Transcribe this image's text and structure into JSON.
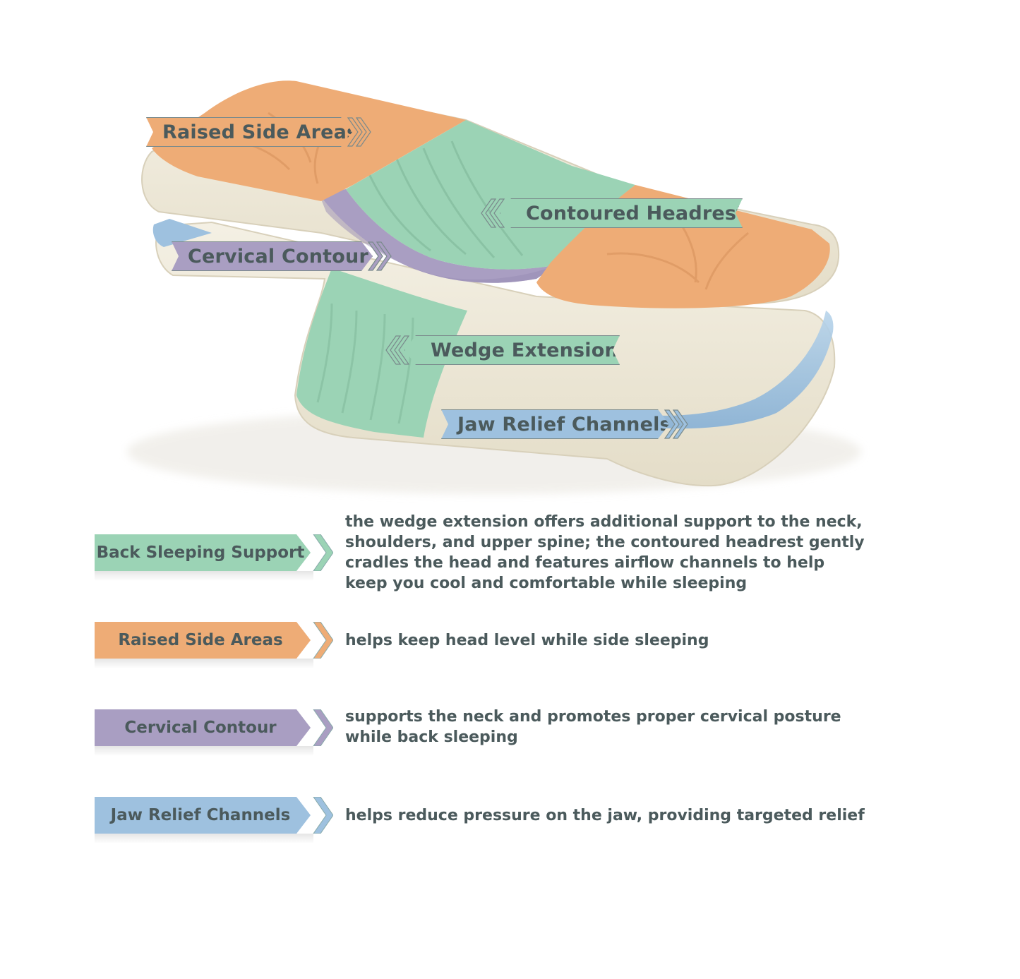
{
  "colors": {
    "foam": "#efeadb",
    "foam_edge": "#d9d2bd",
    "orange": "#eeac76",
    "green": "#9bd3b5",
    "purple": "#a99ec2",
    "blue": "#9ec1df",
    "text": "#4b5a5c"
  },
  "callouts": {
    "raised_side_areas": "Raised Side Areas",
    "contoured_headrest": "Contoured Headrest",
    "cervical_contour": "Cervical Contour",
    "wedge_extension": "Wedge Extension",
    "jaw_relief_channels": "Jaw Relief Channels"
  },
  "legend": [
    {
      "label": "Back Sleeping Support",
      "color": "#9bd3b5",
      "description": "the wedge extension offers additional support to the neck, shoulders, and upper spine; the contoured headrest gently cradles the head and features airflow channels to help keep you cool and comfortable while sleeping"
    },
    {
      "label": "Raised Side Areas",
      "color": "#eeac76",
      "description": "helps keep head level while side sleeping"
    },
    {
      "label": "Cervical Contour",
      "color": "#a99ec2",
      "description": "supports the neck and promotes proper cervical posture while back sleeping"
    },
    {
      "label": "Jaw Relief Channels",
      "color": "#9ec1df",
      "description": "helps reduce pressure on the jaw, providing targeted relief"
    }
  ]
}
